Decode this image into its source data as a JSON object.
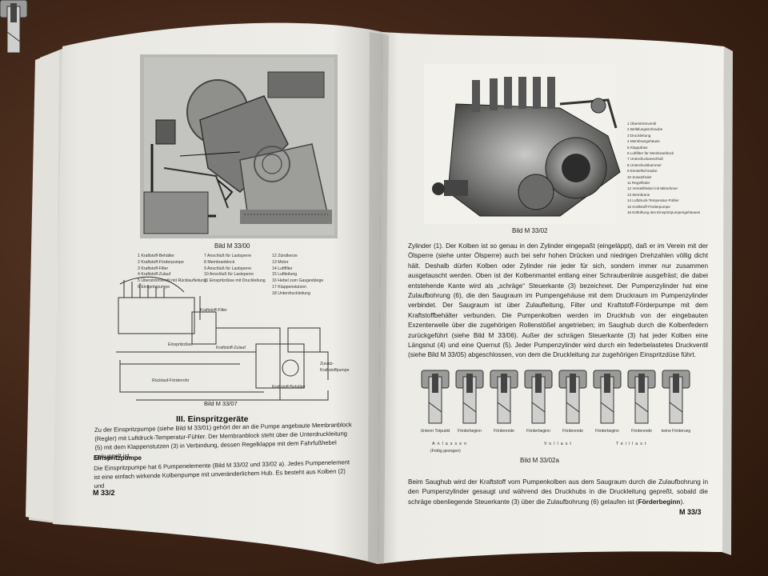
{
  "left_page": {
    "figure_top_caption": "Bild M 33/00",
    "figure_top_legend_col1": [
      "1 Kraftstoff-Behälter",
      "2 Kraftstoff-Förderpumpe",
      "3 Kraftstoff-Filter",
      "4 Kraftstoff-Zulauf",
      "5 Überströmventil mit Rücklaufleitung",
      "6 Einspritzpumpe"
    ],
    "figure_top_legend_col2": [
      "7 Anschluß für Lastsperre",
      "8 Membranblock",
      "9 Anschluß für Lastsperre",
      "10 Anschluß für Lastsperre",
      "11 Einspritzdüse mit Druckleitung"
    ],
    "figure_top_legend_col3": [
      "12 Zündkerze",
      "13 Motor",
      "14 Luftfilter",
      "15 Luftleitung",
      "16 Hebel zum Gasgestänge",
      "17 Klappenstutzen",
      "18 Unterdruckleitung"
    ],
    "figure_bottom_caption": "Bild M 33/07",
    "diagram_labels": [
      "Kraftstoff-Filter",
      "Einspritzdüse",
      "Kraftstoff-Zulauf",
      "Zusatz-Kraftstoffpumpe",
      "Kraftstoff-Behälter",
      "Rücklauf-Förderrohr"
    ],
    "section_heading": "III. Einspritzgeräte",
    "intro_paragraph": "Zu der Einspritzpumpe (siehe Bild M 33/01) gehört der an die Pumpe angebaute Membranblock (Regler) mit Luftdruck-Temperatur-Fühler. Der Membranblock steht über die Unterdruckleitung (5) mit dem Klappenstutzen (3) in Verbindung, dessen Regelklappe mit dem Fahrfußhebel gekuppelt ist.",
    "subheading": "Einspritzpumpe",
    "sub_paragraph": "Die Einspritzpumpe hat 6 Pumpenelemente (Bild M 33/02 und 33/02 a). Jedes Pumpenelement ist eine einfach wirkende Kolbenpumpe mit unveränderlichem Hub. Es besteht aus Kolben (2) und",
    "page_number": "M 33/2"
  },
  "right_page": {
    "figure_top_caption": "Bild M 33/02",
    "figure_top_legend": [
      "1 Überströmventil",
      "2 Befüllungsschraube",
      "3 Druckleitung",
      "4 Membrangehäuse",
      "5 Klappdüse",
      "6 Luftfilter für Membranblock",
      "7 Unterdruckanschluß",
      "8 Unterdruckkammer",
      "9 Einstellschraube",
      "10 Zusatzfeder",
      "11 Regelfeder",
      "12 Verstellhebel mit Mitnehmer",
      "13 Membrane",
      "14 Luftdruck-Temperatur-Fühler",
      "15 Kraftstoff-Förderpumpe",
      "16 Entlüftung des Einspritzpumpengehäuses"
    ],
    "body_paragraph": "Zylinder (1). Der Kolben ist so genau in den Zylinder eingepaßt (eingeläppt), daß er im Verein mit der Ölsperre (siehe unter Ölsperre) auch bei sehr hohen Drücken und niedrigen Drehzahlen völlig dicht hält. Deshalb dürfen Kolben oder Zylinder nie jeder für sich, sondern immer nur zusammen ausgetauscht werden. Oben ist der Kolbenmantel entlang einer Schraubenlinie ausgefräst; die dabei entstehende Kante wird als „schräge“ Steuerkante (3) bezeichnet. Der Pumpenzylinder hat eine Zulaufbohrung (6), die den Saugraum im Pumpengehäuse mit dem Druckraum im Pumpenzylinder verbindet. Der Saugraum ist über Zulaufleitung, Filter und Kraftstoff-Förderpumpe mit dem Kraftstoffbehälter verbunden. Die Pumpenkolben werden im Druckhub von der eingebauten Exzenterwelle über die zugehörigen Rollenstößel angetrieben; im Saughub durch die Kolbenfedern zurückgeführt (siehe Bild M 33/06). Außer der schrägen Steuerkante (3) hat jeder Kolben eine Längsnut (4) und eine Quernut (5). Jeder Pumpenzylinder wird durch ein federbelastetes Druckventil (siehe Bild M 33/05) abgeschlossen, von dem die Druckleitung zur zugehörigen Einspritzdüse führt.",
    "stage_labels": [
      "Unterer Totpunkt",
      "Förderbeginn",
      "Förderende",
      "Förderbeginn",
      "Förderende",
      "Förderbeginn",
      "Förderende",
      "keine Förderung"
    ],
    "phase_labels": [
      "Anlassen",
      "Vollast",
      "Teillast"
    ],
    "phase_note": "(Fettig gezogen)",
    "figure_bottom_caption": "Bild M 33/02a",
    "bottom_paragraph_prefix": "Beim Saughub wird der Kraftstoff vom Pumpenkolben aus dem Saugraum durch die Zulaufbohrung in den Pumpenzylinder gesaugt und während des Druckhubs in die Druckleitung gepreßt, sobald die schräge obenliegende Steuerkante (3) über die Zulaufbohrung (6) gelaufen ist (",
    "bottom_paragraph_bold": "Förderbeginn",
    "bottom_paragraph_suffix": ").",
    "page_number": "M 33/3"
  },
  "colors": {
    "table_wood": "#3e2416",
    "paper_left": "#ecebe6",
    "paper_right": "#f1f0ea",
    "print_ink": "#1d1d1d"
  }
}
